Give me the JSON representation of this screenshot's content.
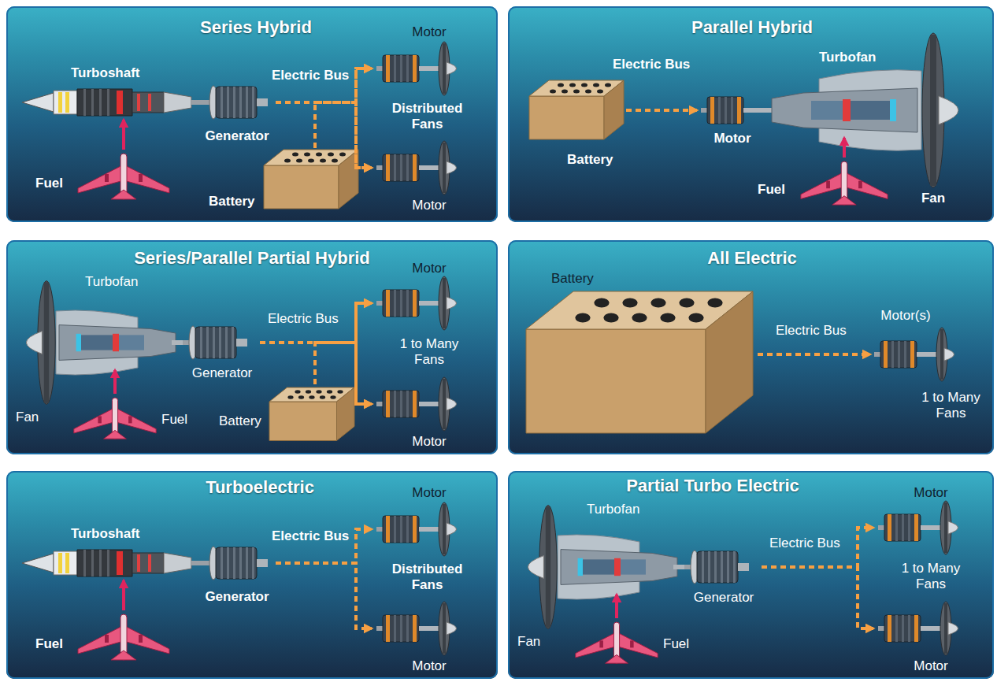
{
  "diagram": {
    "nodes": [
      {
        "text": [
          "Series Hybrid"
        ]
      },
      {
        "text": [
          "Turboshaft"
        ],
        "in": 0
      },
      {
        "text": [
          "Fuel"
        ],
        "in": 0
      },
      {
        "text": [
          "Generator"
        ],
        "in": 0
      },
      {
        "text": [
          "Battery"
        ],
        "in": 0
      },
      {
        "text": [
          "Motor"
        ],
        "in": 0
      },
      {
        "text": [
          "Motor"
        ],
        "in": 0
      },
      {
        "text": [
          "Parallel Hybrid"
        ]
      },
      {
        "text": [
          "Battery"
        ],
        "in": 7
      },
      {
        "text": [
          "Motor"
        ],
        "in": 7
      },
      {
        "text": [
          "Turbofan"
        ],
        "in": 7
      },
      {
        "text": [
          "Fuel"
        ],
        "in": 7
      },
      {
        "text": [
          "Series/Parallel Partial Hybrid"
        ]
      },
      {
        "text": [
          "Turbofan"
        ],
        "in": 12
      },
      {
        "text": [
          "Fuel"
        ],
        "in": 12
      },
      {
        "text": [
          "Generator"
        ],
        "in": 12
      },
      {
        "text": [
          "Battery"
        ],
        "in": 12
      },
      {
        "text": [
          "Motor"
        ],
        "in": 12
      },
      {
        "text": [
          "Motor"
        ],
        "in": 12
      },
      {
        "text": [
          "All Electric"
        ]
      },
      {
        "text": [
          "Battery"
        ],
        "in": 19
      },
      {
        "text": [
          "Motor(s)"
        ],
        "in": 19
      },
      {
        "text": [
          "Turboelectric"
        ]
      },
      {
        "text": [
          "Turboshaft"
        ],
        "in": 22
      },
      {
        "text": [
          "Fuel"
        ],
        "in": 22
      },
      {
        "text": [
          "Generator"
        ],
        "in": 22
      },
      {
        "text": [
          "Motor"
        ],
        "in": 22
      },
      {
        "text": [
          "Motor"
        ],
        "in": 22
      },
      {
        "text": [
          "Partial Turbo Electric"
        ]
      },
      {
        "text": [
          "Turbofan"
        ],
        "in": 28
      },
      {
        "text": [
          "Fuel"
        ],
        "in": 28
      },
      {
        "text": [
          "Generator"
        ],
        "in": 28
      },
      {
        "text": [
          "Motor"
        ],
        "in": 28
      },
      {
        "text": [
          "Motor"
        ],
        "in": 28
      }
    ],
    "edges": [
      {
        "from": 2,
        "to": 1,
        "arrow": "to"
      },
      {
        "from": 3,
        "to": 5,
        "arrow": "to"
      },
      {
        "from": 3,
        "to": 6,
        "arrow": "to"
      },
      {
        "from": 4,
        "to": 5,
        "arrow": "to"
      },
      {
        "from": 4,
        "to": 6,
        "arrow": "to"
      },
      {
        "from": 8,
        "to": 9,
        "arrow": "to"
      },
      {
        "from": 11,
        "to": 10,
        "arrow": "to"
      },
      {
        "from": 14,
        "to": 13,
        "arrow": "to"
      },
      {
        "from": 15,
        "to": 17,
        "arrow": "to"
      },
      {
        "from": 15,
        "to": 18,
        "arrow": "to"
      },
      {
        "from": 16,
        "to": 17,
        "arrow": "to"
      },
      {
        "from": 16,
        "to": 18,
        "arrow": "to"
      },
      {
        "from": 20,
        "to": 21,
        "arrow": "to"
      },
      {
        "from": 24,
        "to": 23,
        "arrow": "to"
      },
      {
        "from": 25,
        "to": 26,
        "arrow": "to"
      },
      {
        "from": 25,
        "to": 27,
        "arrow": "to"
      },
      {
        "from": 30,
        "to": 29,
        "arrow": "to"
      },
      {
        "from": 31,
        "to": 32,
        "arrow": "to"
      },
      {
        "from": 31,
        "to": 33,
        "arrow": "to"
      }
    ],
    "labels": [
      "Electric Bus",
      "Distributed Fans",
      "Electric Bus",
      "Fan",
      "Electric Bus",
      "1 to Many Fans",
      "Fan",
      "Electric Bus",
      "1 to Many Fans",
      "Electric Bus",
      "Distributed Fans",
      "Electric Bus",
      "1 to Many Fans",
      "Fan"
    ]
  }
}
